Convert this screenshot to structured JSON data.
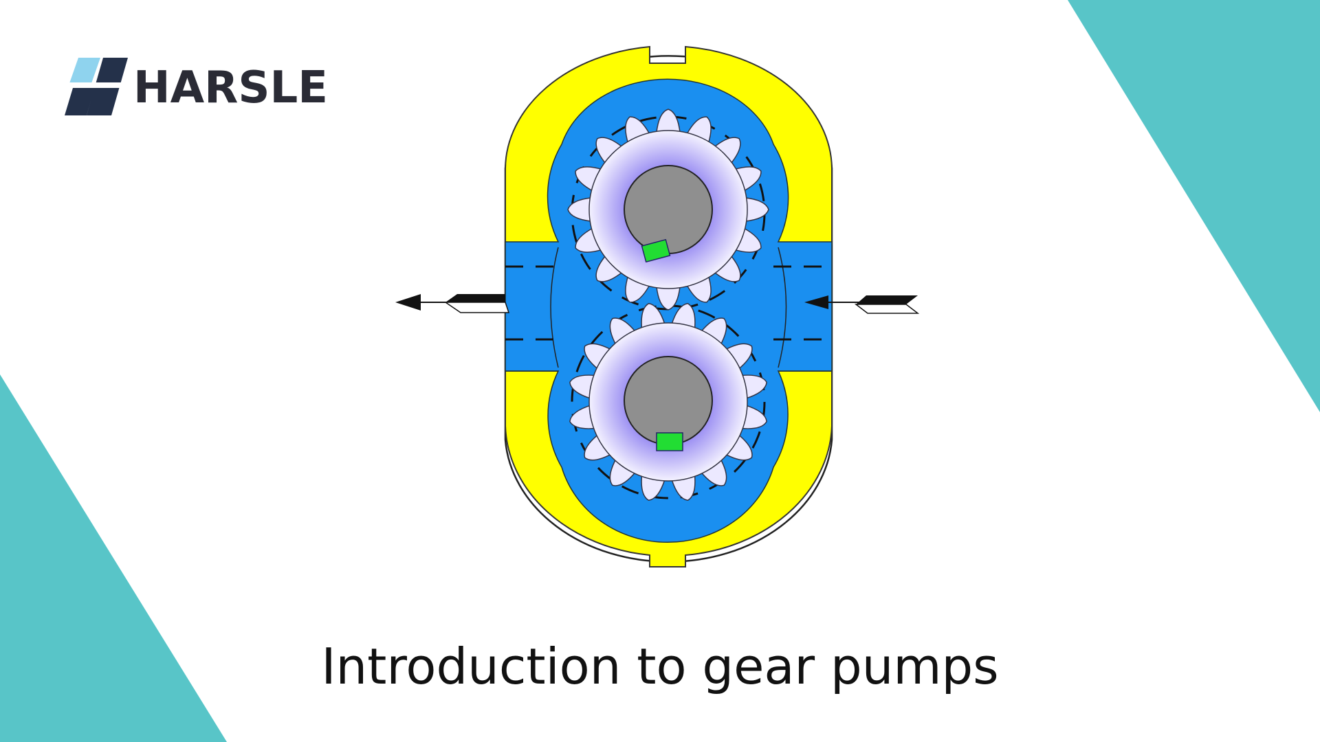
{
  "brand": {
    "name": "HARSLE",
    "logo_icon": "harsle-h-logo-icon",
    "logo_colors": {
      "light": "#8fd3ee",
      "dark": "#24314a",
      "text": "#2a2b35"
    }
  },
  "slide": {
    "title": "Introduction to gear pumps"
  },
  "colors": {
    "accent_teal": "#58c5c8",
    "housing_yellow": "#ffff00",
    "fluid_blue": "#1a8ff0",
    "gear_violet": "#8a7cf0",
    "shaft_gray": "#8f8f8f",
    "key_green": "#22dd33"
  },
  "diagram": {
    "name": "gear-pump-diagram",
    "gears": [
      {
        "name": "upper-gear",
        "teeth": 16
      },
      {
        "name": "lower-gear",
        "teeth": 16
      }
    ],
    "arrows": [
      {
        "name": "outlet-arrow",
        "direction": "left"
      },
      {
        "name": "inlet-arrow",
        "direction": "left"
      }
    ]
  }
}
